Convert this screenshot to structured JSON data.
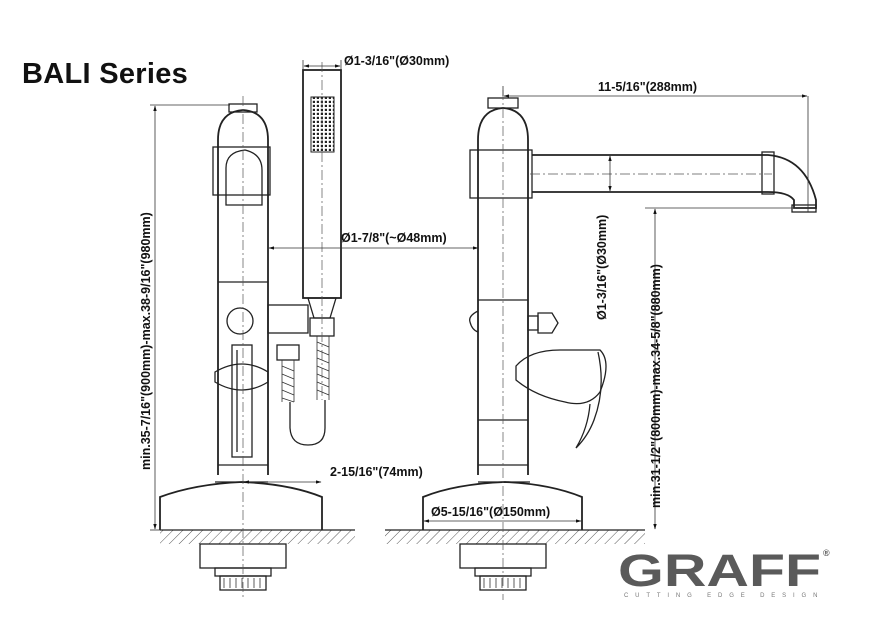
{
  "title": "BALI Series",
  "dimensions": {
    "hand_shower_diameter": "Ø1-3/16\"(Ø30mm)",
    "body_diameter": "Ø1-7/8\"(~Ø48mm)",
    "total_height_left": "min.35-7/16\"(900mm)-max.38-9/16\"(980mm)",
    "shower_offset": "2-15/16\"(74mm)",
    "spout_reach": "11-5/16\"(288mm)",
    "spout_diameter": "Ø1-3/16\"(Ø30mm)",
    "spout_height": "min.31-1/2\"(800mm)-max.34-5/8\"(880mm)",
    "base_diameter": "Ø5-15/16\"(Ø150mm)"
  },
  "logo": {
    "brand": "GRAFF",
    "registered": "®",
    "tagline": "CUTTING EDGE DESIGN"
  }
}
